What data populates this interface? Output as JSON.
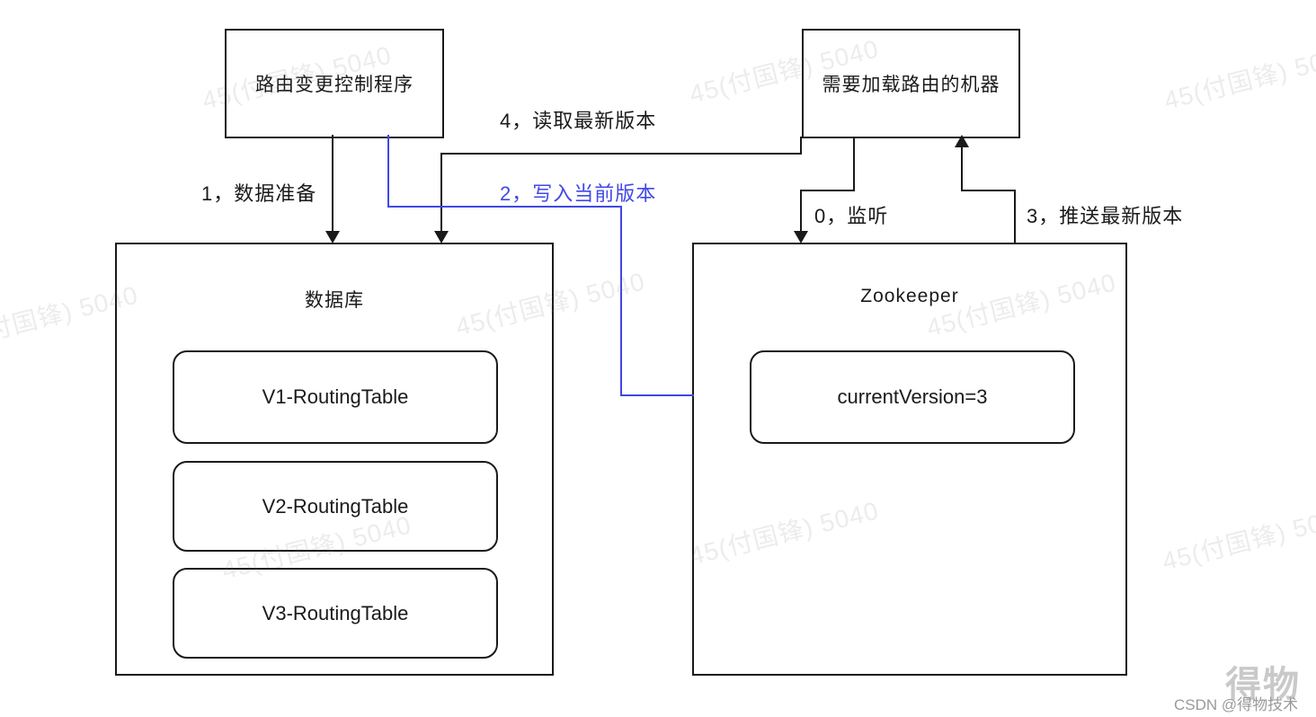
{
  "colors": {
    "line": "#1a1a1a",
    "accent_blue": "#4048e5",
    "background": "#ffffff",
    "watermark_gray": "rgba(120,120,120,0.14)"
  },
  "nodes": {
    "control_program": {
      "label": "路由变更控制程序"
    },
    "machine": {
      "label": "需要加载路由的机器"
    },
    "database": {
      "title": "数据库",
      "items": [
        "V1-RoutingTable",
        "V2-RoutingTable",
        "V3-RoutingTable"
      ]
    },
    "zookeeper": {
      "title": "Zookeeper",
      "items": [
        "currentVersion=3"
      ]
    }
  },
  "edges": {
    "step0": {
      "label": "0，监听"
    },
    "step1": {
      "label": "1，数据准备"
    },
    "step2": {
      "label": "2，写入当前版本"
    },
    "step3": {
      "label": "3，推送最新版本"
    },
    "step4": {
      "label": "4，读取最新版本"
    }
  },
  "watermarks": {
    "repeat_text": "45(付国锋) 5040",
    "brand": "得物",
    "credit": "CSDN @得物技术"
  }
}
